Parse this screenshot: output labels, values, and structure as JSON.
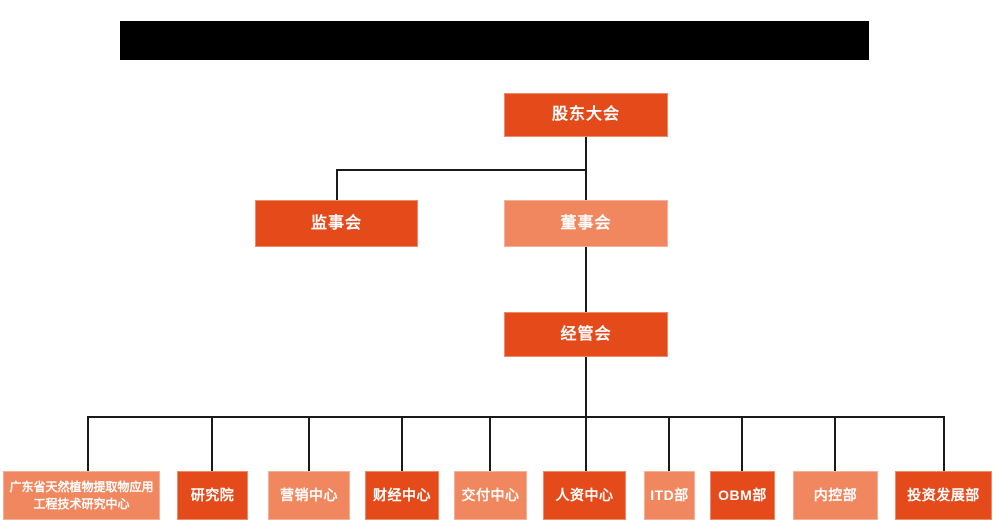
{
  "colors": {
    "primary": "#E54A1B",
    "secondary": "#F0875F",
    "line": "#1a1a1a",
    "background": "#ffffff",
    "text": "#ffffff",
    "redacted": "#000000"
  },
  "header": {
    "redacted_title": ""
  },
  "org_chart": {
    "root": {
      "label": "股东大会",
      "variant": "primary"
    },
    "level2": [
      {
        "label": "监事会",
        "variant": "primary"
      },
      {
        "label": "董事会",
        "variant": "secondary"
      }
    ],
    "level3": {
      "label": "经管会",
      "variant": "primary"
    },
    "departments": [
      {
        "label": "广东省天然植物提取物应用工程技术研究中心",
        "variant": "secondary"
      },
      {
        "label": "研究院",
        "variant": "primary"
      },
      {
        "label": "营销中心",
        "variant": "secondary"
      },
      {
        "label": "财经中心",
        "variant": "primary"
      },
      {
        "label": "交付中心",
        "variant": "secondary"
      },
      {
        "label": "人资中心",
        "variant": "primary"
      },
      {
        "label": "ITD部",
        "variant": "secondary"
      },
      {
        "label": "OBM部",
        "variant": "primary"
      },
      {
        "label": "内控部",
        "variant": "secondary"
      },
      {
        "label": "投资发展部",
        "variant": "primary"
      }
    ]
  }
}
